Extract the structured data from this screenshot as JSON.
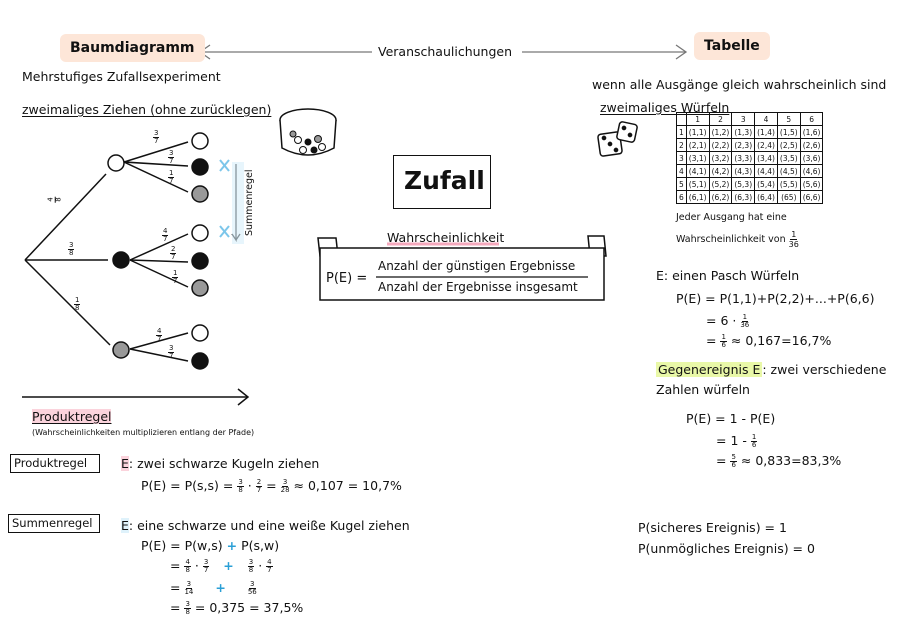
{
  "title": "Zufall",
  "veranschaulichungen": "Veranschaulichungen",
  "left": {
    "heading": "Baumdiagramm",
    "subtitle": "Mehrstufiges Zufallsexperiment",
    "example": "zweimaliges Ziehen (ohne zurücklegen)",
    "summenregel_label": "Summenregel",
    "produktregel_heading": "Produktregel",
    "produktregel_note": "(Wahrscheinlichkeiten multiplizieren entlang der Pfade)",
    "tree_probs": {
      "first": [
        "4/8",
        "3/8",
        "1/8"
      ],
      "white_branch": [
        "3/7",
        "3/7",
        "1/7"
      ],
      "black_branch": [
        "4/7",
        "2/7",
        "1/7"
      ],
      "gray_branch": [
        "4/7",
        "3/7"
      ]
    },
    "rule1": {
      "tag": "Produktregel",
      "event": "E: zwei schwarze Kugeln ziehen",
      "formula_start": "P(E) = P(s,s) =",
      "result": "≈ 0,107 = 10,7%"
    },
    "rule2": {
      "tag": "Summenregel",
      "event": "E: eine schwarze und eine weiße Kugel ziehen",
      "formula_start": "P(E) = P(w,s)",
      "formula_end": "P(s,w)",
      "line4": "= 0,375 = 37,5%"
    }
  },
  "center": {
    "wahrscheinlichkeit": "Wahrscheinlichkeit",
    "pe": "P(E) =",
    "numerator": "Anzahl der günstigen Ergebnisse",
    "denominator": "Anzahl der Ergebnisse insgesamt"
  },
  "right": {
    "heading": "Tabelle",
    "subtitle": "wenn alle Ausgänge gleich wahrscheinlich sind",
    "example": "zweimaliges Würfeln",
    "table_header": [
      "",
      "1",
      "2",
      "3",
      "4",
      "5",
      "6"
    ],
    "table_rows": [
      [
        "1",
        "(1,1)",
        "(1,2)",
        "(1,3)",
        "(1,4)",
        "(1,5)",
        "(1,6)"
      ],
      [
        "2",
        "(2,1)",
        "(2,2)",
        "(2,3)",
        "(2,4)",
        "(2,5)",
        "(2,6)"
      ],
      [
        "3",
        "(3,1)",
        "(3,2)",
        "(3,3)",
        "(3,4)",
        "(3,5)",
        "(3,6)"
      ],
      [
        "4",
        "(4,1)",
        "(4,2)",
        "(4,3)",
        "(4,4)",
        "(4,5)",
        "(4,6)"
      ],
      [
        "5",
        "(5,1)",
        "(5,2)",
        "(5,3)",
        "(5,4)",
        "(5,5)",
        "(5,6)"
      ],
      [
        "6",
        "(6,1)",
        "(6,2)",
        "(6,3)",
        "(6,4)",
        "(65)",
        "(6,6)"
      ]
    ],
    "note1": "Jeder Ausgang hat eine",
    "note2": "Wahrscheinlichkeit von",
    "pasch_event": "E: einen Pasch Würfeln",
    "pasch_l1": "P(E) = P(1,1)+P(2,2)+...+P(6,6)",
    "pasch_l2": "= 6 ·",
    "pasch_l3": "≈ 0,167=16,7%",
    "gegen_label": "Gegenereignis E",
    "gegen_rest": ": zwei verschiedene",
    "gegen_l2": "Zahlen würfeln",
    "gegen_f1": "P(E) = 1 - P(E)",
    "gegen_f2": "= 1 -",
    "gegen_f3": "0,833=83,3%",
    "sicher": "P(sicheres Ereignis) = 1",
    "unmoeglich": "P(unmögliches Ereignis) = 0"
  },
  "colors": {
    "peach": "#fde6d8",
    "pink": "#fbd3dc",
    "green": "#e9f8a8",
    "blue": "#2a9fd6",
    "gray": "#999999"
  }
}
